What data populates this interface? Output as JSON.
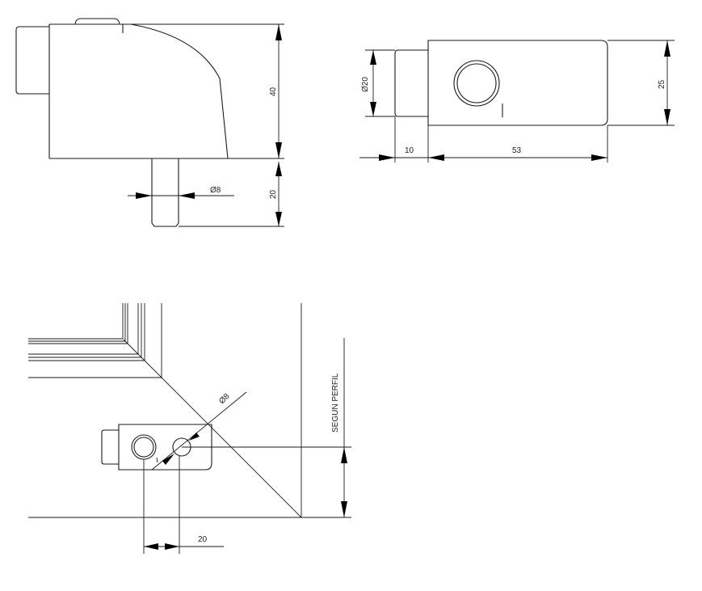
{
  "side_view": {
    "height_dim": "40",
    "pin_length_dim": "20",
    "pin_diameter_dim": "Ø8"
  },
  "top_view": {
    "tab_diameter_dim": "Ø20",
    "width_dim": "25",
    "tab_length_dim": "10",
    "body_length_dim": "53"
  },
  "installation_view": {
    "hole_diameter_dim": "Ø8",
    "profile_dim": "SEGUN PERFIL",
    "hole_spacing_dim": "20"
  },
  "colors": {
    "line": "#1a1a1a",
    "background": "#ffffff"
  }
}
